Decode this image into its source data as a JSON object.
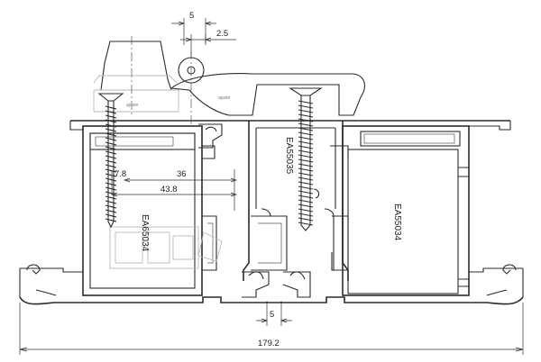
{
  "dimensions": {
    "top_gap": "5",
    "pin_offset": "2.5",
    "inner_small": "7.8",
    "inner_width": "36",
    "inner_total": "43.8",
    "bottom_gap": "5",
    "overall_width": "179.2"
  },
  "profiles": {
    "left": "EA65034",
    "center": "EA55035",
    "right": "EA55034"
  },
  "handle_marks": {
    "main": "ajuste",
    "secondary": "ajuste"
  }
}
